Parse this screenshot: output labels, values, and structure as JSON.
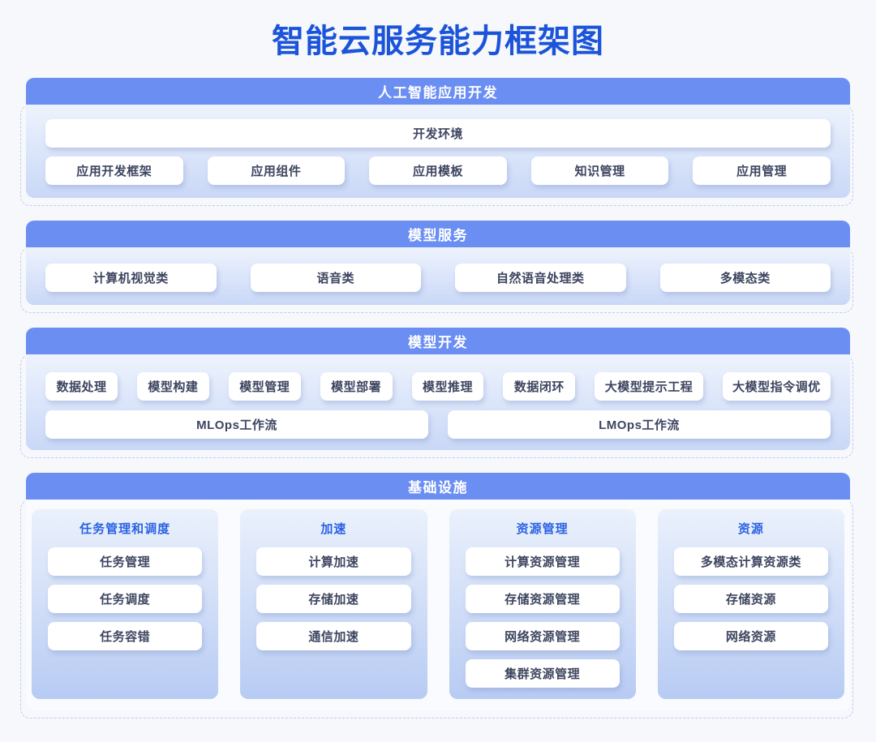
{
  "title": "智能云服务能力框架图",
  "colors": {
    "title_text": "#1B54D9",
    "section_header_bg": "#6B8EF2",
    "section_header_text": "#FFFFFF",
    "body_gradient_top": "#EEF3FD",
    "body_gradient_bottom": "#C9D8F7",
    "subcard_title_text": "#2A62E2",
    "box_text": "#3D4560",
    "page_bg": "#F6F8FC",
    "dashed_outline": "#C0CDEE"
  },
  "sections": [
    {
      "header": "人工智能应用开发",
      "rows": [
        [
          "开发环境"
        ],
        [
          "应用开发框架",
          "应用组件",
          "应用模板",
          "知识管理",
          "应用管理"
        ]
      ]
    },
    {
      "header": "模型服务",
      "rows": [
        [
          "计算机视觉类",
          "语音类",
          "自然语音处理类",
          "多模态类"
        ]
      ]
    },
    {
      "header": "模型开发",
      "rows": [
        [
          "数据处理",
          "模型构建",
          "模型管理",
          "模型部署",
          "模型推理",
          "数据闭环",
          "大模型提示工程",
          "大模型指令调优"
        ],
        [
          "MLOps工作流",
          "LMOps工作流"
        ]
      ]
    },
    {
      "header": "基础设施",
      "columns": [
        {
          "title": "任务管理和调度",
          "items": [
            "任务管理",
            "任务调度",
            "任务容错"
          ]
        },
        {
          "title": "加速",
          "items": [
            "计算加速",
            "存储加速",
            "通信加速"
          ]
        },
        {
          "title": "资源管理",
          "items": [
            "计算资源管理",
            "存储资源管理",
            "网络资源管理",
            "集群资源管理"
          ]
        },
        {
          "title": "资源",
          "items": [
            "多模态计算资源类",
            "存储资源",
            "网络资源"
          ]
        }
      ]
    }
  ]
}
